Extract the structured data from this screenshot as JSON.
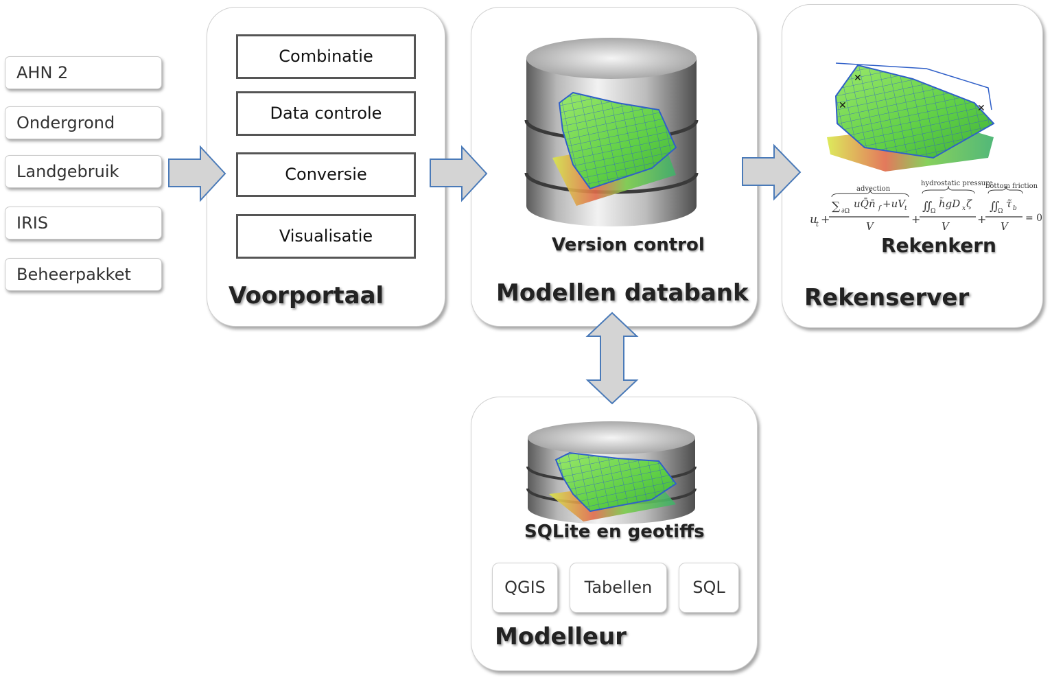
{
  "sources": [
    "AHN 2",
    "Ondergrond",
    "Landgebruik",
    "IRIS",
    "Beheerpakket"
  ],
  "voorportaal": {
    "steps": [
      "Combinatie",
      "Data controle",
      "Conversie",
      "Visualisatie"
    ],
    "title": "Voorportaal"
  },
  "databank": {
    "caption": "Version control",
    "title": "Modellen databank"
  },
  "rekenserver": {
    "caption": "Rekenkern",
    "title": "Rekenserver",
    "formula_terms": [
      "advection",
      "hydrostatic pressure",
      "bottom friction"
    ]
  },
  "modelleur": {
    "caption": "SQLite en geotiffs",
    "tools": [
      "QGIS",
      "Tabellen",
      "SQL"
    ],
    "title": "Modelleur"
  },
  "colors": {
    "arrow_fill": "#d4d4d4",
    "arrow_stroke": "#4a7ab8",
    "map_green": "#6fd14a",
    "map_lines": "#2f5fc8"
  }
}
